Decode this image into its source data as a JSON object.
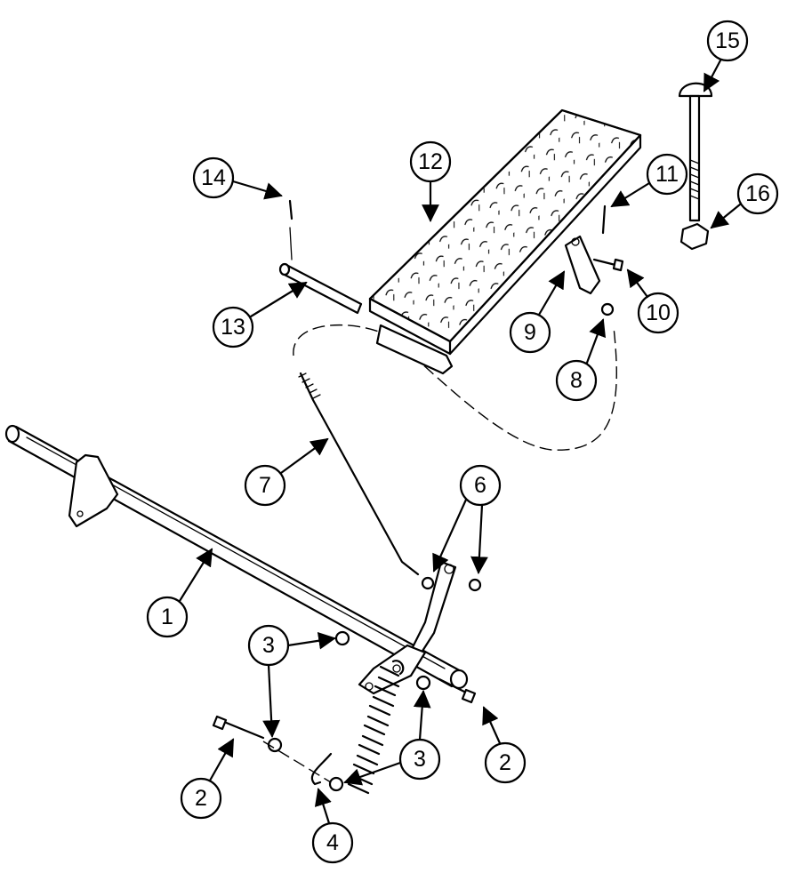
{
  "callouts": [
    {
      "id": "c15",
      "label": "15"
    },
    {
      "id": "c12",
      "label": "12"
    },
    {
      "id": "c14",
      "label": "14"
    },
    {
      "id": "c11",
      "label": "11"
    },
    {
      "id": "c16",
      "label": "16"
    },
    {
      "id": "c13",
      "label": "13"
    },
    {
      "id": "c9",
      "label": "9"
    },
    {
      "id": "c10",
      "label": "10"
    },
    {
      "id": "c8",
      "label": "8"
    },
    {
      "id": "c7",
      "label": "7"
    },
    {
      "id": "c6",
      "label": "6"
    },
    {
      "id": "c1",
      "label": "1"
    },
    {
      "id": "c3a",
      "label": "3"
    },
    {
      "id": "c3b",
      "label": "3"
    },
    {
      "id": "c3c",
      "label": "3"
    },
    {
      "id": "c2a",
      "label": "2"
    },
    {
      "id": "c2b",
      "label": "2"
    },
    {
      "id": "c4",
      "label": "4"
    }
  ]
}
